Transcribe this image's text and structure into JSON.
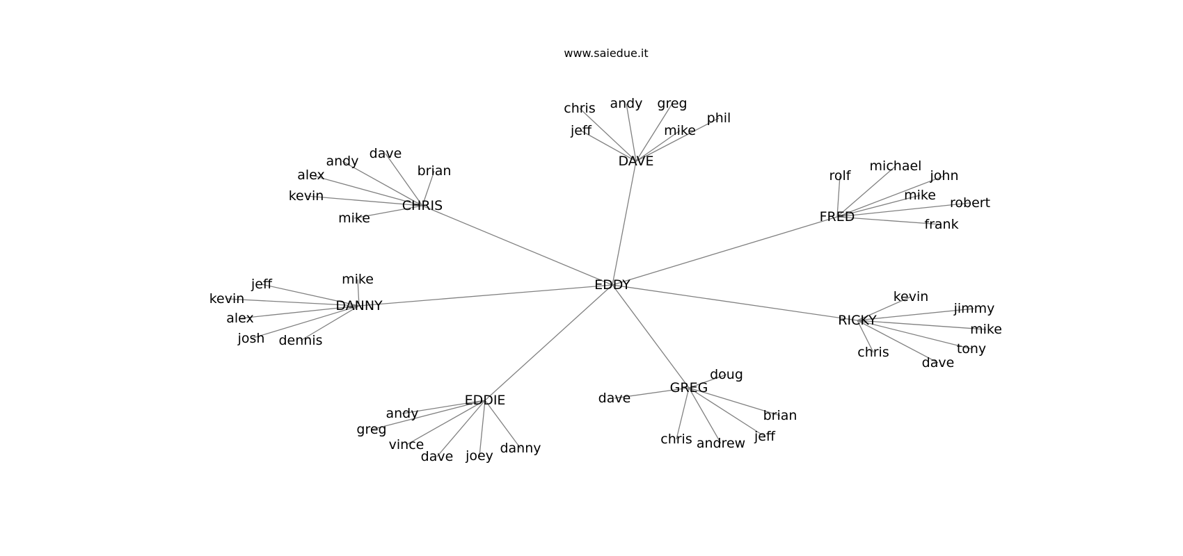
{
  "title": "www.saiedue.it",
  "colors": {
    "edge": "#808080",
    "label": "#000000",
    "background": "#ffffff"
  },
  "center": "EDDY",
  "groups": [
    {
      "hub": "DAVE",
      "members": [
        "chris",
        "andy",
        "greg",
        "jeff",
        "mike",
        "phil"
      ]
    },
    {
      "hub": "CHRIS",
      "members": [
        "andy",
        "dave",
        "alex",
        "brian",
        "kevin",
        "mike"
      ]
    },
    {
      "hub": "FRED",
      "members": [
        "rolf",
        "michael",
        "john",
        "mike",
        "robert",
        "frank"
      ]
    },
    {
      "hub": "DANNY",
      "members": [
        "mike",
        "jeff",
        "kevin",
        "alex",
        "josh",
        "dennis"
      ]
    },
    {
      "hub": "RICKY",
      "members": [
        "kevin",
        "jimmy",
        "mike",
        "tony",
        "chris",
        "dave"
      ]
    },
    {
      "hub": "EDDIE",
      "members": [
        "andy",
        "greg",
        "vince",
        "dave",
        "joey",
        "danny"
      ]
    },
    {
      "hub": "GREG",
      "members": [
        "doug",
        "dave",
        "brian",
        "jeff",
        "chris",
        "andrew"
      ]
    }
  ]
}
